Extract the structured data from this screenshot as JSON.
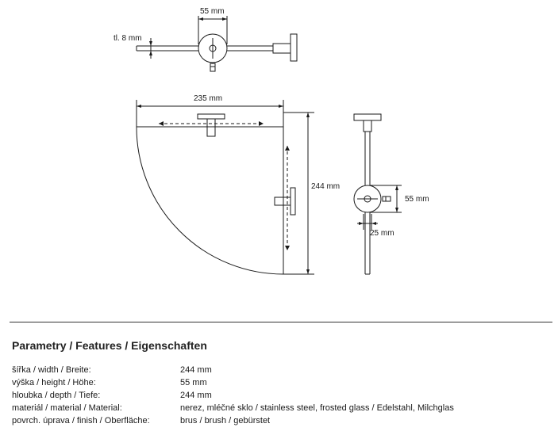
{
  "drawing": {
    "top_view": {
      "width_label": "55 mm",
      "thickness_label": "tl. 8 mm"
    },
    "front_view": {
      "width_label": "235 mm",
      "height_label": "244 mm"
    },
    "side_view": {
      "rosette_label": "55 mm",
      "projection_label": "25 mm"
    },
    "line_color": "#1a1a1a"
  },
  "specs": {
    "heading": "Parametry / Features / Eigenschaften",
    "rows": [
      {
        "label": "šířka / width / Breite:",
        "value": "244 mm"
      },
      {
        "label": "výška / height / Höhe:",
        "value": "55 mm"
      },
      {
        "label": "hloubka / depth / Tiefe:",
        "value": "244 mm"
      },
      {
        "label": "materiál / material / Material:",
        "value": "nerez, mléčné sklo / stainless steel, frosted glass / Edelstahl, Milchglas"
      },
      {
        "label": "povrch. úprava / finish / Oberfläche:",
        "value": "brus / brush / gebürstet"
      }
    ]
  }
}
